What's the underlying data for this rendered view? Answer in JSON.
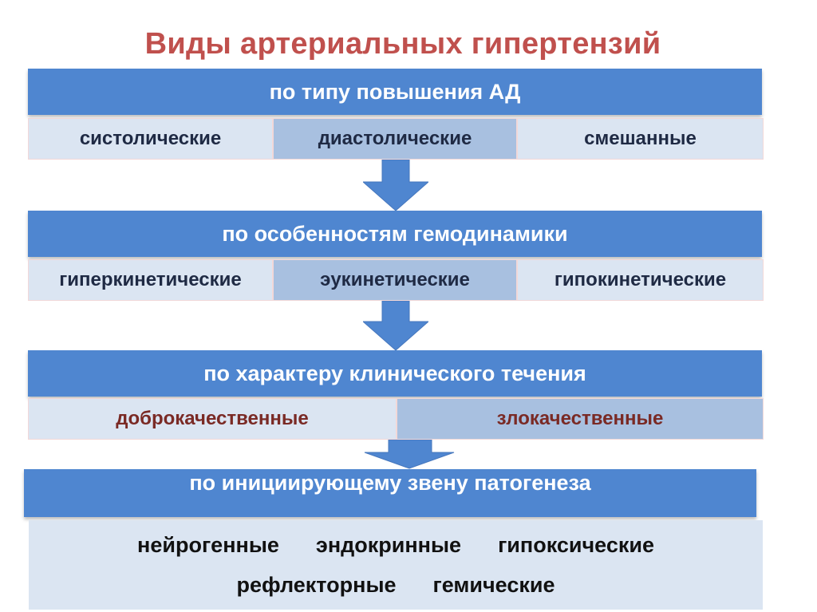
{
  "title": "Виды артериальных гипертензий",
  "section1": {
    "header": "по типу повышения АД",
    "items": [
      "систолические",
      "диастолические",
      "смешанные"
    ]
  },
  "section2": {
    "header": "по особенностям гемодинамики",
    "items": [
      "гиперкинетические",
      "эукинетические",
      "гипокинетические"
    ]
  },
  "section3": {
    "header": "по характеру клинического течения",
    "items": [
      "доброкачественные",
      "злокачественные"
    ]
  },
  "section4": {
    "header": "по инициирующему звену патогенеза",
    "line1": [
      "нейрогенные",
      "эндокринные",
      "гипоксические"
    ],
    "line2": [
      "рефлекторные",
      "гемические"
    ]
  },
  "colors": {
    "title": "#c0504d",
    "header_bg": "#4f86d0",
    "cell_light": "#dbe5f2",
    "cell_dark": "#a8c0e0",
    "dark_red_text": "#7a2a25"
  }
}
